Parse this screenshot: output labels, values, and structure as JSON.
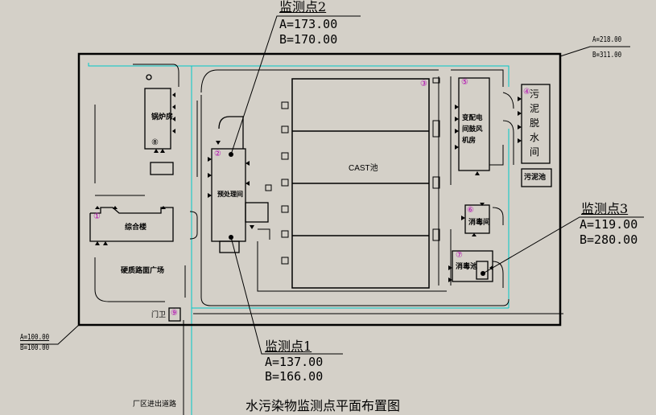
{
  "title": "水污染物监测点平面布置图",
  "monitoring_points": [
    {
      "name": "监测点1",
      "a": "A=137.00",
      "b": "B=166.00"
    },
    {
      "name": "监测点2",
      "a": "A=173.00",
      "b": "B=170.00"
    },
    {
      "name": "监测点3",
      "a": "A=119.00",
      "b": "B=280.00"
    }
  ],
  "corners": {
    "top_right": {
      "a": "A=218.00",
      "b": "B=311.00"
    },
    "bottom_left": {
      "a": "A=100.00",
      "b": "B=100.00"
    }
  },
  "buildings": {
    "boiler": "锅炉房",
    "office": "综合楼",
    "plaza": "硬质路面广场",
    "guard": "门卫",
    "pretreat": "预处理间",
    "cast": "CAST池",
    "power": "变配电间鼓风机房",
    "sludge": "污泥脱水间",
    "sludge_pool": "污泥池",
    "disinfect_room": "消毒间",
    "disinfect_pool": "消毒池",
    "road": "厂区进出道路"
  },
  "markers": [
    "①",
    "②",
    "③",
    "④",
    "⑤",
    "⑥",
    "⑦",
    "⑧",
    "⑨"
  ],
  "colors": {
    "background": "#d4d0c8",
    "lines": "#000000",
    "grid": "#00c8c8",
    "markers": "#b000b0"
  }
}
